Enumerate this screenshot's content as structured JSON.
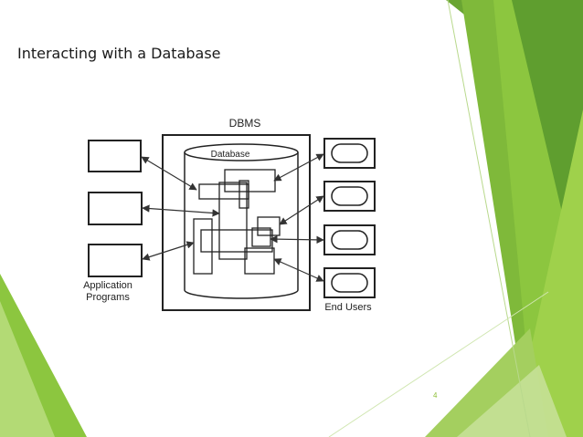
{
  "slide": {
    "title": "Interacting with a Database",
    "page_number": "4"
  },
  "diagram": {
    "dbms_label": "DBMS",
    "database_label": "Database",
    "application_programs_label_line1": "Application",
    "application_programs_label_line2": "Programs",
    "end_users_label": "End Users"
  },
  "theme": {
    "accent_green": "#8cc63f",
    "dark_green": "#5a9a2e",
    "light_green": "#c8e29a"
  }
}
